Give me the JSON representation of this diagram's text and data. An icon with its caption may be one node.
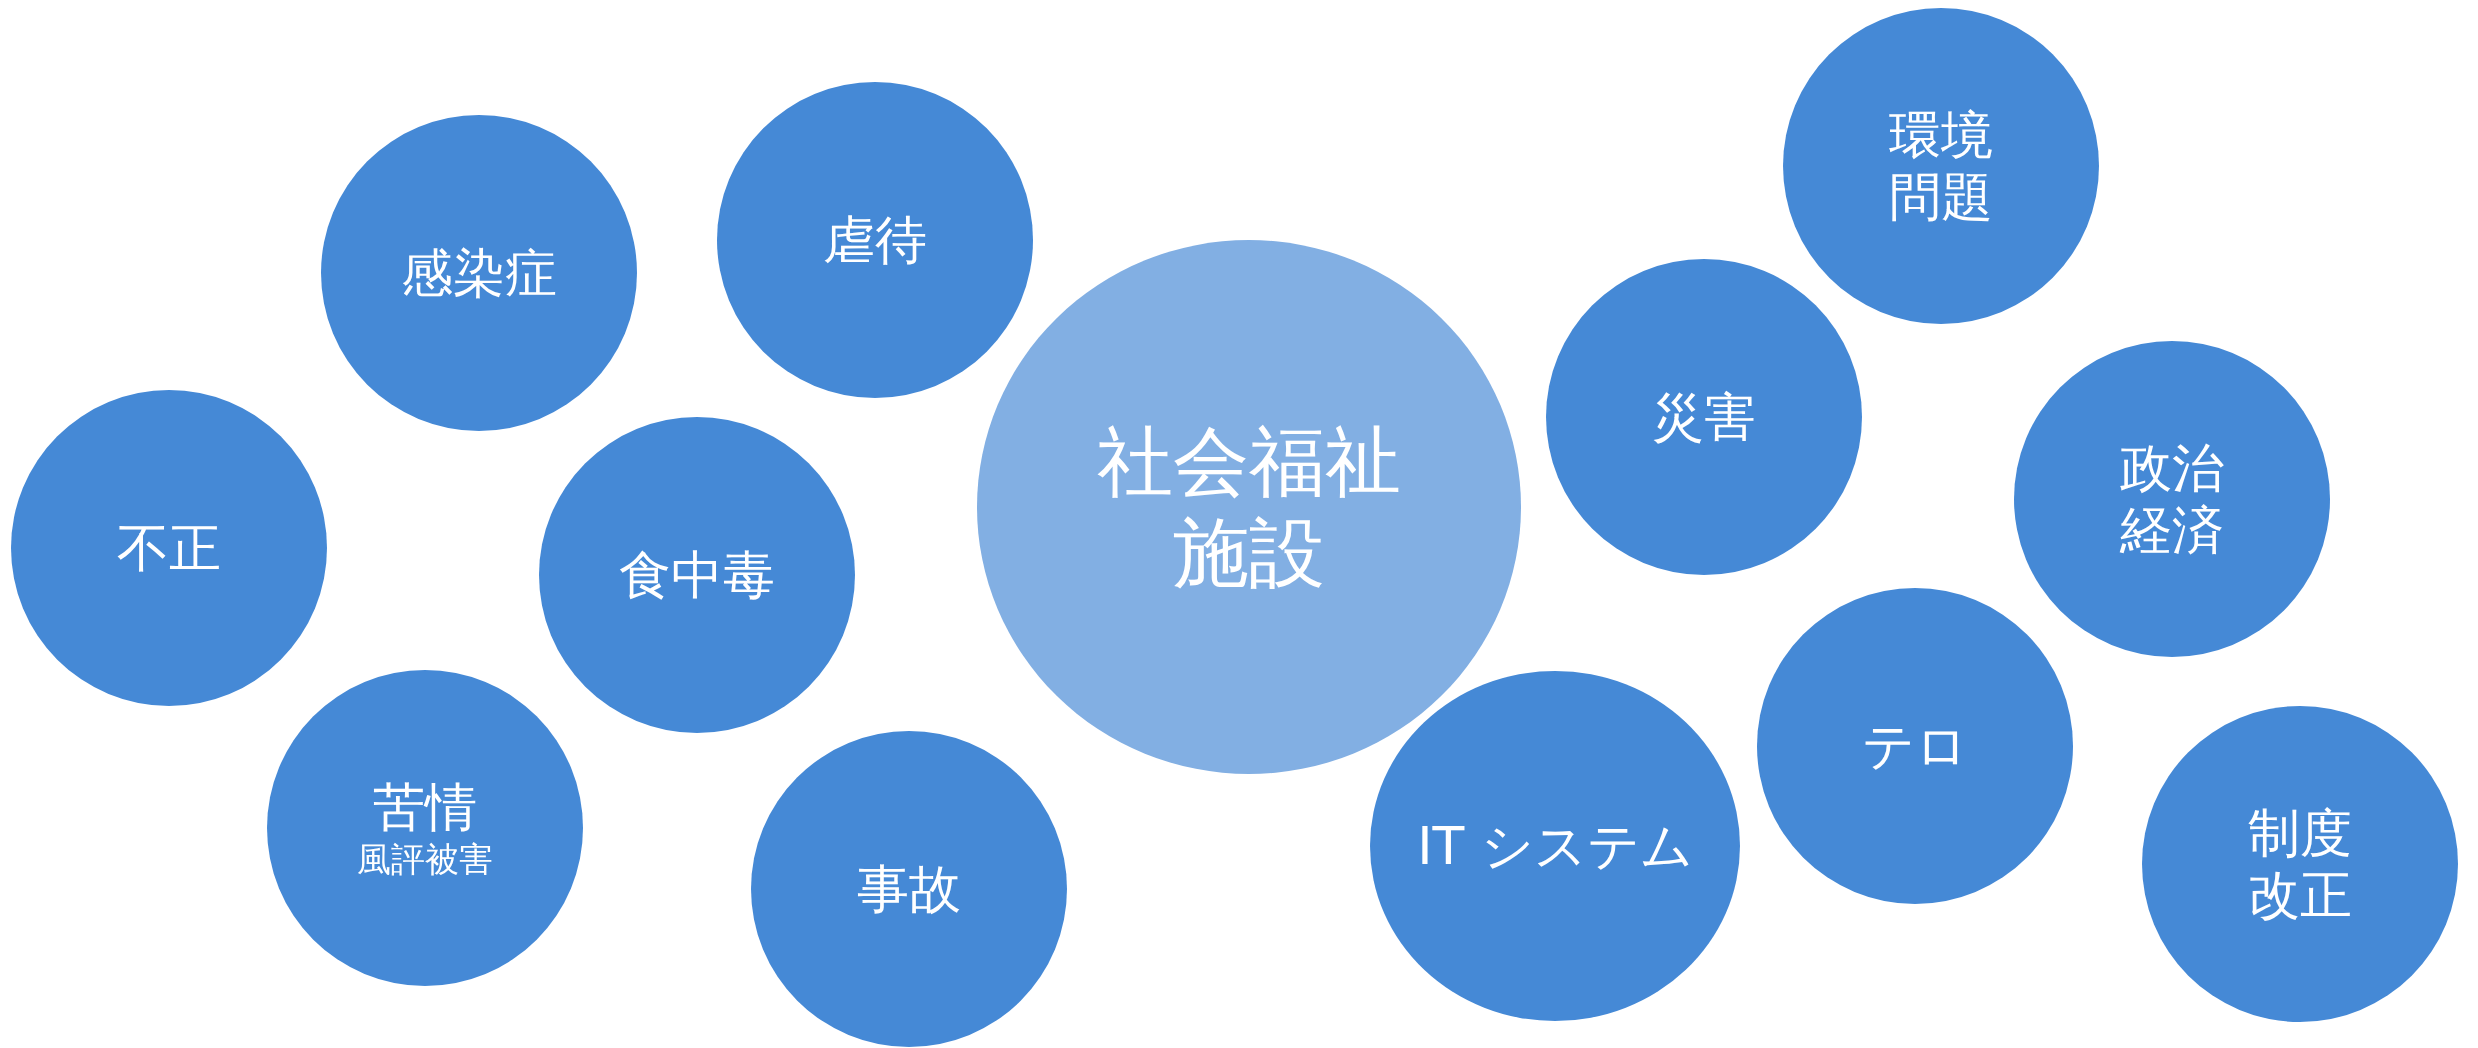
{
  "diagram": {
    "nodes": [
      {
        "text": [
          "環境問題"
        ]
      },
      {
        "text": [
          "虐待"
        ]
      },
      {
        "text": [
          "感染症"
        ]
      },
      {
        "text": [
          "社会福祉施設"
        ]
      },
      {
        "text": [
          "災害"
        ]
      },
      {
        "text": [
          "政治経済"
        ]
      },
      {
        "text": [
          "不正"
        ]
      },
      {
        "text": [
          "食中毒"
        ]
      },
      {
        "text": [
          "テロ"
        ]
      },
      {
        "text": [
          "苦情",
          "風評被害"
        ]
      },
      {
        "text": [
          "IT システム"
        ]
      },
      {
        "text": [
          "制度改正"
        ]
      },
      {
        "text": [
          "事故"
        ]
      }
    ]
  }
}
